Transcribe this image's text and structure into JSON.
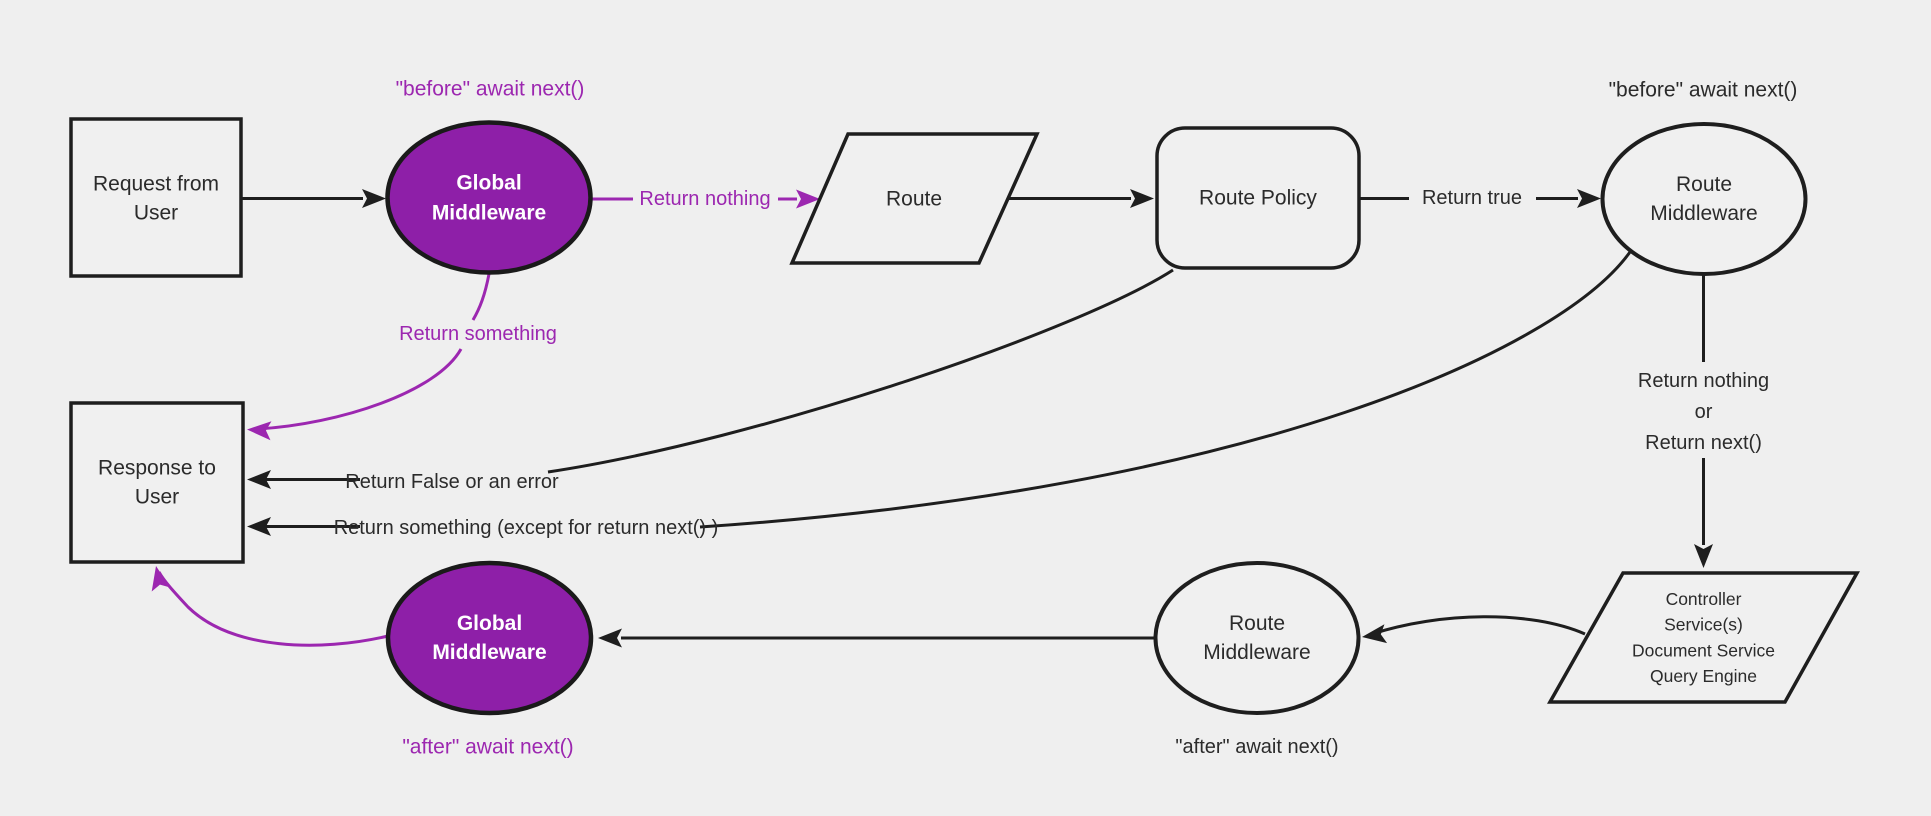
{
  "colors": {
    "background": "#efefef",
    "node_fill": "#f0f0f0",
    "stroke_dark": "#1e1e1e",
    "text_dark": "#2b2b2b",
    "purple_fill": "#8e1fa8",
    "purple_accent": "#9c27b0"
  },
  "nodes": {
    "request": {
      "lines": [
        "Request from",
        "User"
      ]
    },
    "global_middleware_top": {
      "lines": [
        "Global",
        "Middleware"
      ]
    },
    "route": {
      "label": "Route"
    },
    "route_policy": {
      "label": "Route Policy"
    },
    "route_middleware_top": {
      "lines": [
        "Route",
        "Middleware"
      ]
    },
    "controller": {
      "lines": [
        "Controller",
        "Service(s)",
        "Document Service",
        "Query Engine"
      ]
    },
    "route_middleware_bottom": {
      "lines": [
        "Route",
        "Middleware"
      ]
    },
    "global_middleware_bottom": {
      "lines": [
        "Global",
        "Middleware"
      ]
    },
    "response": {
      "lines": [
        "Response to",
        "User"
      ]
    }
  },
  "edge_labels": {
    "before_global": "\"before\" await next()",
    "return_nothing_top": "Return nothing",
    "return_true": "Return true",
    "before_route": "\"before\" await next()",
    "return_something": "Return something",
    "return_branch": {
      "lines": [
        "Return nothing",
        "or",
        "Return next()"
      ]
    },
    "return_false": "Return False or an error",
    "return_something_except": "Return something (except for return next() )",
    "after_route": "\"after\" await next()",
    "after_global": "\"after\" await next()"
  }
}
